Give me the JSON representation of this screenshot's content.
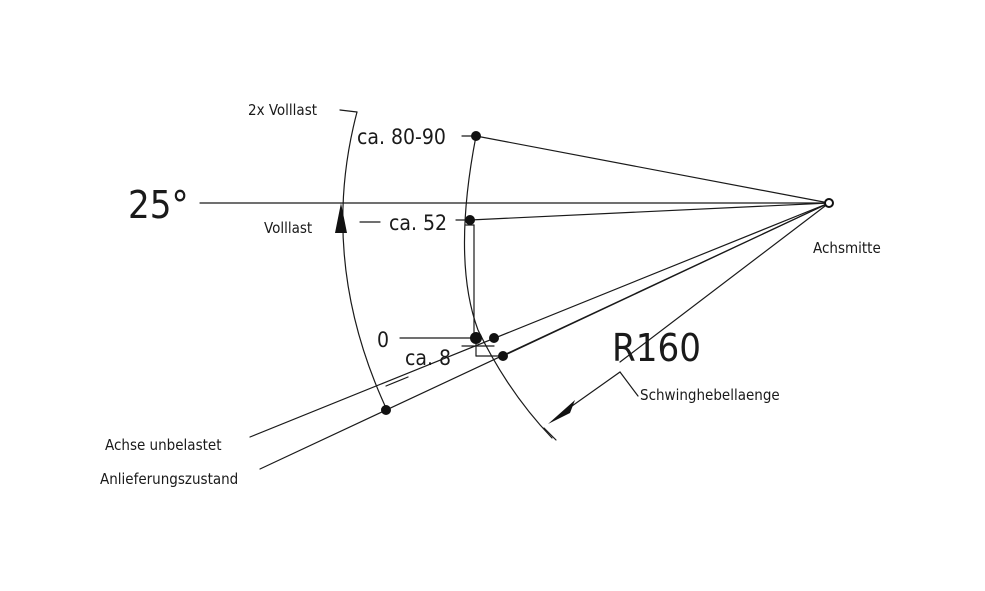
{
  "labels": {
    "angle": "25°",
    "double_load": "2x Volllast",
    "full_load": "Volllast",
    "ca_80_90": "ca. 80-90",
    "ca_52": "ca. 52",
    "zero": "0",
    "ca_8": "ca. 8",
    "axle_center": "Achsmitte",
    "radius": "R160",
    "swing_arm_length": "Schwinghebellaenge",
    "axle_unloaded": "Achse unbelastet",
    "delivery_state": "Anlieferungszustand"
  },
  "colors": {
    "line": "#1a1a1a",
    "background": "#ffffff"
  }
}
